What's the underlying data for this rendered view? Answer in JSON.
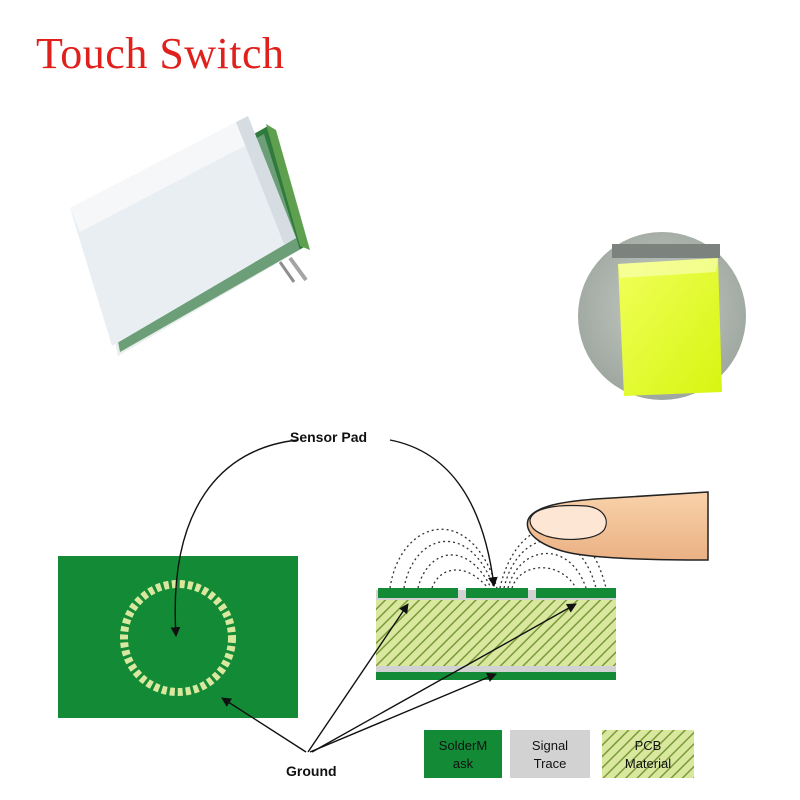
{
  "title": "Touch Switch",
  "labels": {
    "sensor_pad": "Sensor Pad",
    "ground": "Ground"
  },
  "legend": [
    {
      "line1": "SolderM",
      "line2": "ask",
      "color": "#128a36",
      "pattern": "solid"
    },
    {
      "line1": "Signal",
      "line2": "Trace",
      "color": "#d2d2d2",
      "pattern": "solid"
    },
    {
      "line1": "PCB",
      "line2": "Material",
      "color": "#d9e89e",
      "pattern": "hatch"
    }
  ],
  "colors": {
    "title": "#e0201c",
    "soldermask": "#128a36",
    "signal_trace": "#d2d2d2",
    "pcb_material": "#d9e89e",
    "pcb_hatch": "#7a9a3a",
    "led_glow": "#e4ff1f",
    "finger": "#f6c79c"
  }
}
